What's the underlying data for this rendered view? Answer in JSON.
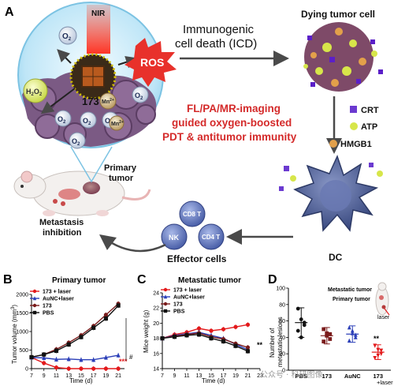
{
  "panel_a": {
    "label": "A",
    "nir": "NIR",
    "o2": "O",
    "o2_sub": "2",
    "h2o2": "H",
    "h2o2_sub": "2",
    "h2o2_tail": "O",
    "compound": "173",
    "mn": "Mn",
    "mn_sup": "2+",
    "ros": "ROS",
    "icd_line1": "Immunogenic",
    "icd_line2": "cell death (ICD)",
    "dying_cell": "Dying tumor cell",
    "legend": [
      "CRT",
      "ATP",
      "HMGB1"
    ],
    "imaging_line1": "FL/PA/MR-imaging",
    "imaging_line2": "guided oxygen-boosted",
    "imaging_line3": "PDT & antitumor immunity",
    "primary_tumor_line1": "Primary",
    "primary_tumor_line2": "tumor",
    "metastasis_line1": "Metastasis",
    "metastasis_line2": "inhibition",
    "cd8": "CD8 T",
    "nk": "NK",
    "cd4": "CD4 T",
    "effector": "Effector cells",
    "dc": "DC",
    "colors": {
      "ros": "#e8312b",
      "red_text": "#d42a2a",
      "tumor": "#7b5a84",
      "virus": "#5f6fa3"
    }
  },
  "panel_b": {
    "label": "B",
    "title": "Primary tumor",
    "ylabel": "Tumor volume (mm",
    "ylabel_sup": "3",
    "ylabel_tail": ")",
    "xlabel": "Time (d)",
    "sig": "***",
    "hash": "#"
  },
  "panel_c": {
    "label": "C",
    "title": "Metastatic tumor",
    "ylabel": "Mice weight (g)",
    "xlabel": "Time (d)",
    "sig": "**"
  },
  "panel_d": {
    "label": "D",
    "ylabel_line1": "Number of",
    "ylabel_line2": "metastatic lesions",
    "inset_meta": "Metastatic tumor",
    "inset_primary": "Primary tumor",
    "inset_laser": "laser",
    "laser_label": "+laser",
    "sig": "**"
  },
  "watermark": "公众号 · 科研图像",
  "chart_data": [
    {
      "type": "line",
      "title": "Primary tumor",
      "xlabel": "Time (d)",
      "ylabel": "Tumor volume (mm3)",
      "x": [
        7,
        9,
        11,
        13,
        15,
        17,
        19,
        21
      ],
      "xlim": [
        7,
        22
      ],
      "ylim": [
        0,
        2000
      ],
      "yticks": [
        0,
        500,
        1000,
        1500,
        2000
      ],
      "xticks": [
        7,
        9,
        11,
        13,
        15,
        17,
        19,
        21
      ],
      "series": [
        {
          "name": "173 + laser",
          "color": "#e31a1c",
          "marker": "circle",
          "values": [
            300,
            150,
            30,
            0,
            0,
            0,
            0,
            0
          ]
        },
        {
          "name": "AuNC+laser",
          "color": "#2b3fb8",
          "marker": "triangle",
          "values": [
            300,
            290,
            250,
            260,
            240,
            240,
            300,
            360
          ]
        },
        {
          "name": "173",
          "color": "#7a1c1c",
          "marker": "circle",
          "values": [
            310,
            380,
            520,
            700,
            900,
            1150,
            1450,
            1750
          ]
        },
        {
          "name": "PBS",
          "color": "#111111",
          "marker": "square",
          "values": [
            310,
            380,
            480,
            650,
            850,
            1100,
            1350,
            1700
          ]
        }
      ],
      "annotations": [
        "***",
        "#"
      ]
    },
    {
      "type": "line",
      "title": "Metastatic tumor",
      "xlabel": "Time (d)",
      "ylabel": "Mice weight (g)",
      "x": [
        7,
        9,
        11,
        13,
        15,
        17,
        19,
        21
      ],
      "xlim": [
        7,
        23
      ],
      "ylim": [
        14,
        24
      ],
      "yticks": [
        14,
        16,
        18,
        20,
        22,
        24
      ],
      "xticks": [
        7,
        9,
        11,
        13,
        15,
        17,
        19,
        21,
        23
      ],
      "series": [
        {
          "name": "173 + laser",
          "color": "#e31a1c",
          "marker": "circle",
          "values": [
            18.0,
            18.5,
            18.8,
            19.3,
            19.0,
            19.2,
            19.5,
            19.8
          ]
        },
        {
          "name": "AuNC+laser",
          "color": "#2b3fb8",
          "marker": "triangle",
          "values": [
            18.0,
            18.4,
            18.6,
            18.8,
            18.4,
            18.0,
            17.2,
            16.5
          ]
        },
        {
          "name": "173",
          "color": "#7a1c1c",
          "marker": "circle",
          "values": [
            18.0,
            18.3,
            18.5,
            18.7,
            18.2,
            17.9,
            17.3,
            16.8
          ]
        },
        {
          "name": "PBS",
          "color": "#111111",
          "marker": "square",
          "values": [
            18.0,
            18.2,
            18.4,
            18.5,
            18.0,
            17.6,
            17.0,
            16.3
          ]
        }
      ],
      "annotations": [
        "**"
      ]
    },
    {
      "type": "scatter",
      "xlabel": "",
      "ylabel": "Number of metastatic lesions",
      "categories": [
        "PBS",
        "173",
        "AuNC",
        "173\n+laser"
      ],
      "ylim": [
        0,
        100
      ],
      "yticks": [
        0,
        20,
        40,
        60,
        80,
        100
      ],
      "groups": [
        {
          "name": "PBS",
          "color": "#111111",
          "marker": "circle",
          "mean": 58,
          "sd": 18,
          "points": [
            75,
            62,
            55,
            48,
            40,
            58
          ]
        },
        {
          "name": "173",
          "color": "#7a1c1c",
          "marker": "square",
          "mean": 42,
          "sd": 10,
          "points": [
            50,
            42,
            38,
            35,
            45,
            44
          ]
        },
        {
          "name": "AuNC",
          "color": "#2b3fb8",
          "marker": "triangle",
          "mean": 44,
          "sd": 10,
          "points": [
            52,
            48,
            40,
            36,
            45,
            43
          ]
        },
        {
          "name": "173\n+laser",
          "color": "#e31a1c",
          "marker": "triangle-down",
          "mean": 22,
          "sd": 9,
          "points": [
            30,
            25,
            20,
            15,
            18,
            24
          ]
        }
      ],
      "annotations": [
        "**"
      ]
    }
  ]
}
